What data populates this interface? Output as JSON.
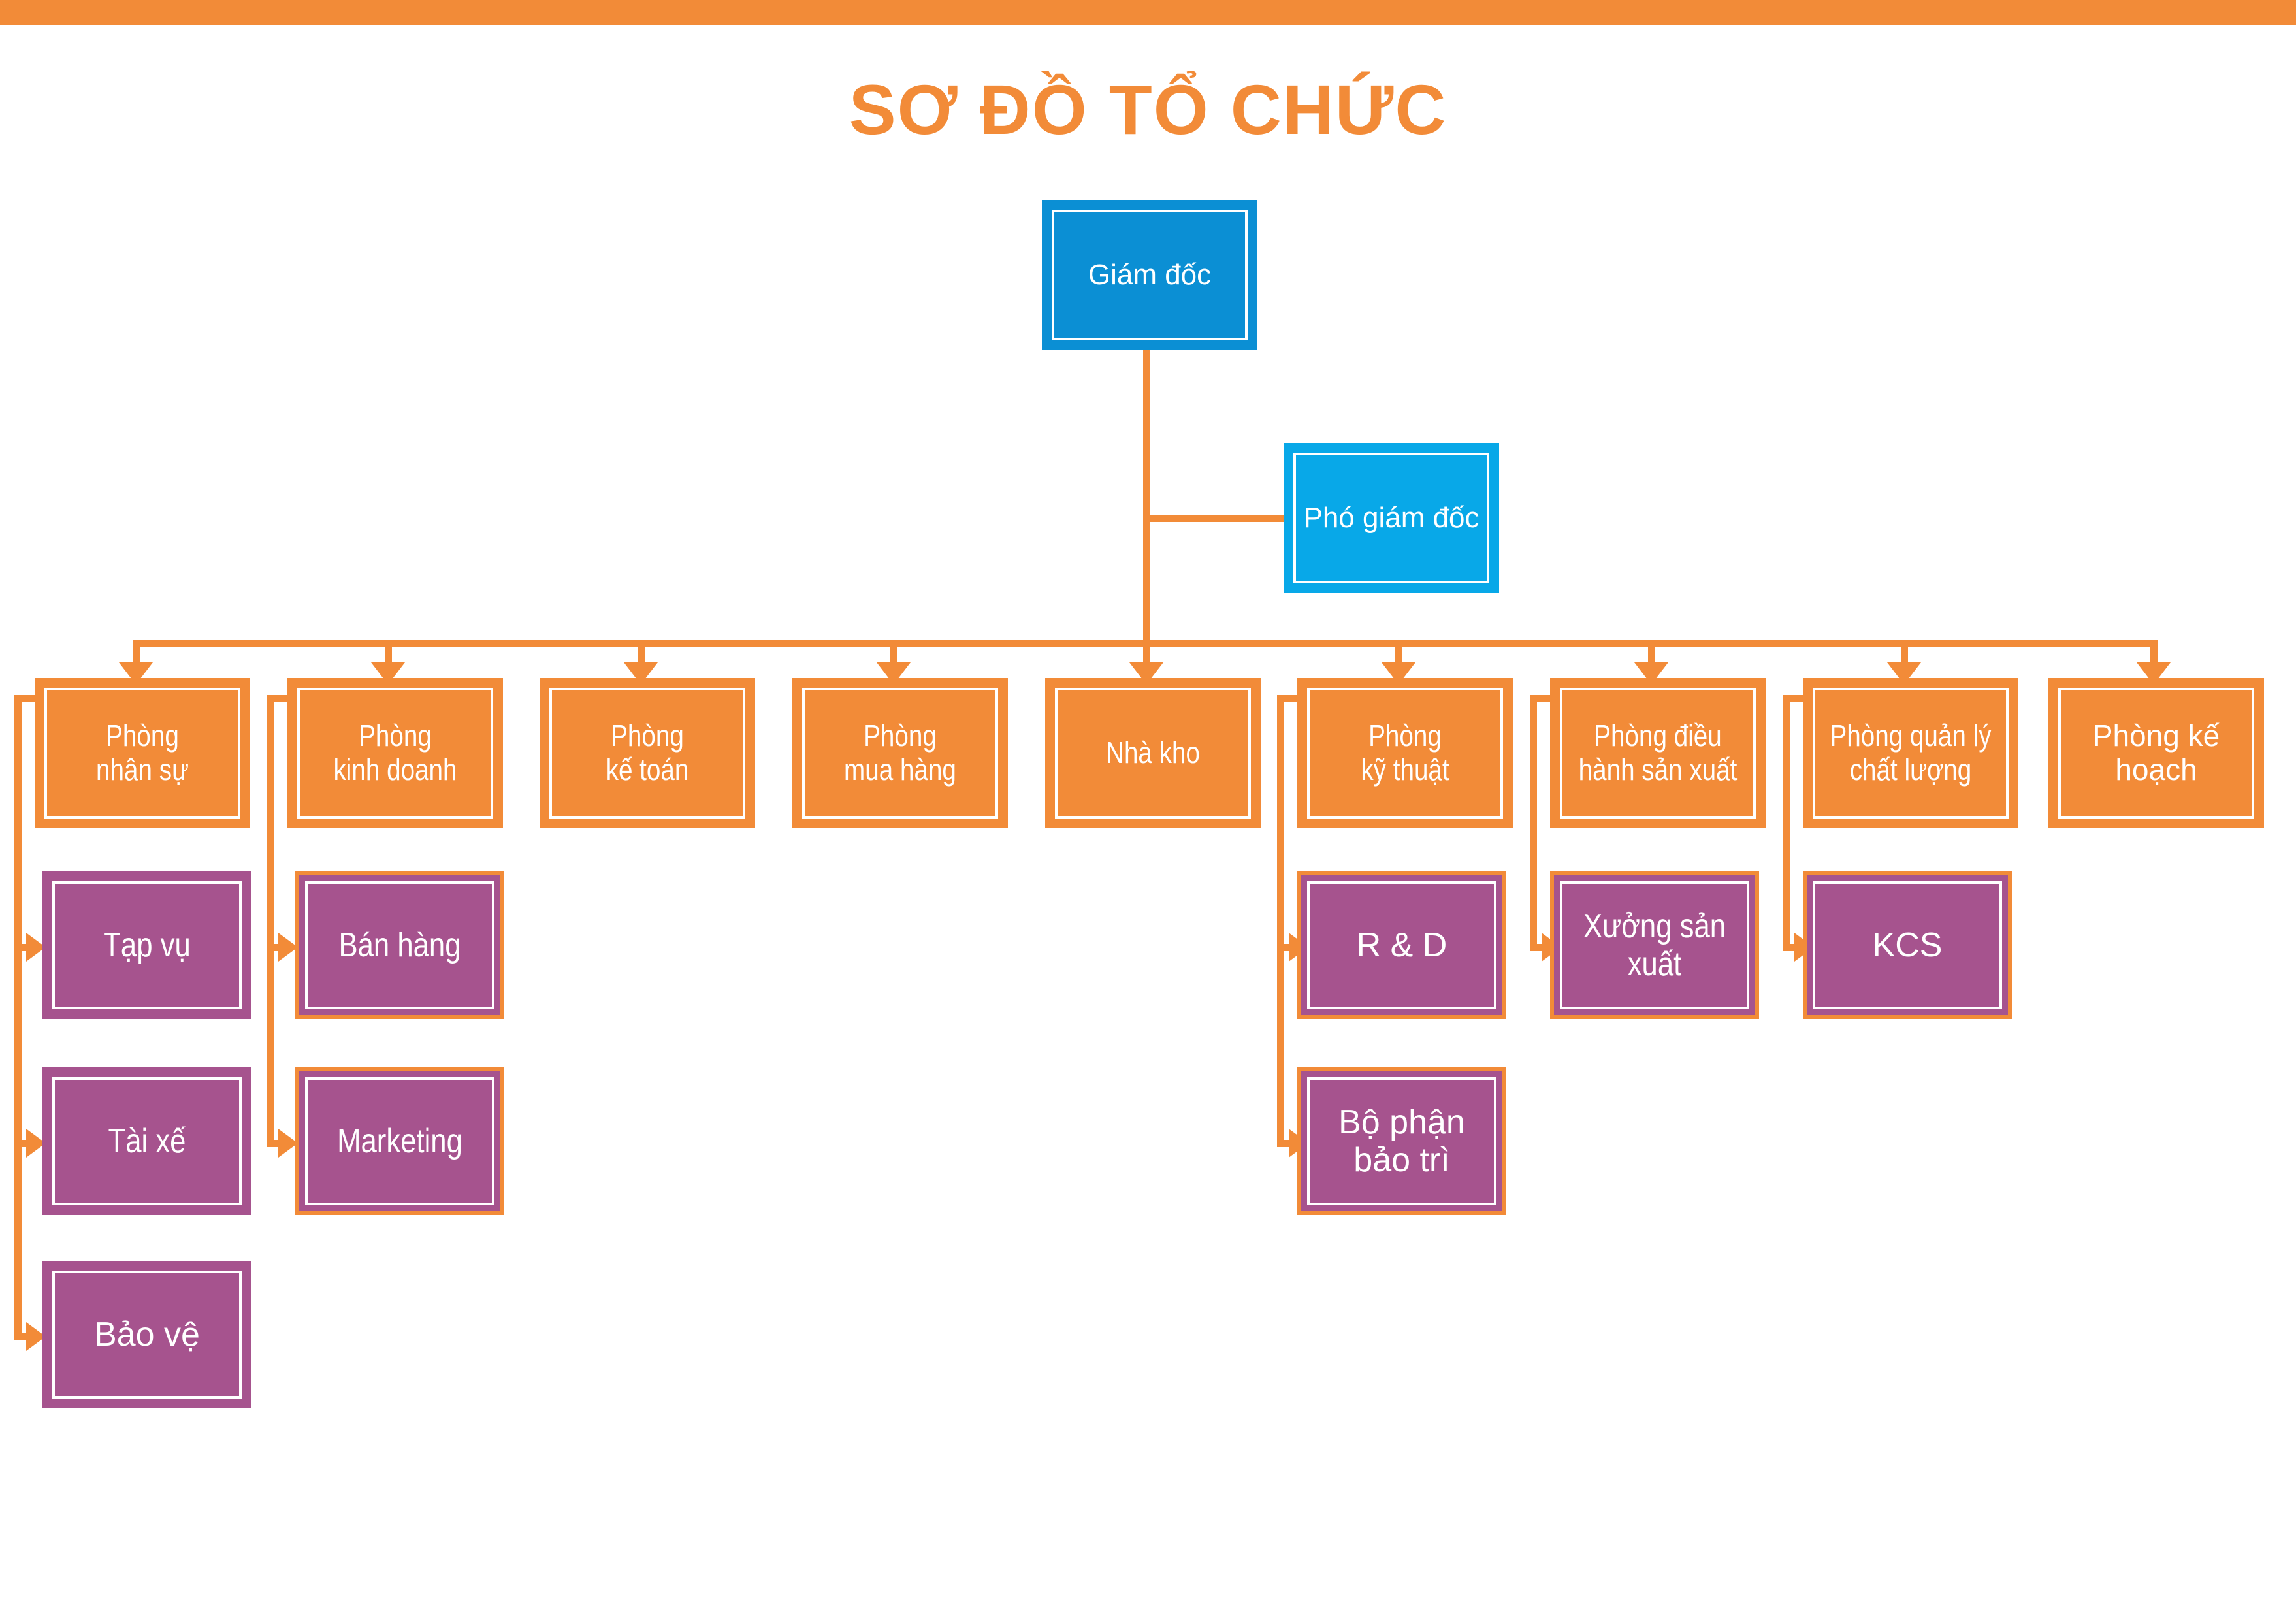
{
  "page": {
    "title": "SƠ ĐỒ TỔ CHỨC",
    "background_color": "#ffffff",
    "top_bar_color": "#F28B38"
  },
  "colors": {
    "orange": "#F28B38",
    "blue_dark": "#0B8FD4",
    "blue_light": "#08A8E8",
    "purple": "#A6538E",
    "connector": "#F28B38",
    "text": "#ffffff",
    "title": "#F28B38"
  },
  "chart_data": {
    "type": "diagram",
    "subtype": "org-chart",
    "title": "SƠ ĐỒ TỔ CHỨC",
    "levels": [
      {
        "level": 1,
        "nodes": [
          {
            "id": "giam-doc",
            "label": "Giám đốc",
            "color": "#0B8FD4"
          }
        ]
      },
      {
        "level": 2,
        "nodes": [
          {
            "id": "pho-giam-doc",
            "label": "Phó giám đốc",
            "color": "#08A8E8",
            "parent": "giam-doc"
          }
        ]
      },
      {
        "level": 3,
        "nodes": [
          {
            "id": "phong-nhan-su",
            "label": "Phòng\nnhân sự",
            "color": "#F28B38",
            "parent": "giam-doc"
          },
          {
            "id": "phong-kinh-doanh",
            "label": "Phòng\nkinh doanh",
            "color": "#F28B38",
            "parent": "giam-doc"
          },
          {
            "id": "phong-ke-toan",
            "label": "Phòng\nkế toán",
            "color": "#F28B38",
            "parent": "giam-doc"
          },
          {
            "id": "phong-mua-hang",
            "label": "Phòng\nmua hàng",
            "color": "#F28B38",
            "parent": "giam-doc"
          },
          {
            "id": "nha-kho",
            "label": "Nhà kho",
            "color": "#F28B38",
            "parent": "giam-doc"
          },
          {
            "id": "phong-ky-thuat",
            "label": "Phòng\nkỹ thuật",
            "color": "#F28B38",
            "parent": "giam-doc"
          },
          {
            "id": "phong-dieu-hanh-san-xuat",
            "label": "Phòng điều\nhành sản xuất",
            "color": "#F28B38",
            "parent": "giam-doc"
          },
          {
            "id": "phong-quan-ly-chat-luong",
            "label": "Phòng quản lý\nchất lượng",
            "color": "#F28B38",
            "parent": "giam-doc"
          },
          {
            "id": "phong-ke-hoach",
            "label": "Phòng kế\nhoạch",
            "color": "#F28B38",
            "parent": "giam-doc"
          }
        ]
      },
      {
        "level": 4,
        "nodes": [
          {
            "id": "tap-vu",
            "label": "Tạp vụ",
            "color": "#A6538E",
            "parent": "phong-nhan-su"
          },
          {
            "id": "tai-xe",
            "label": "Tài xế",
            "color": "#A6538E",
            "parent": "phong-nhan-su"
          },
          {
            "id": "bao-ve",
            "label": "Bảo vệ",
            "color": "#A6538E",
            "parent": "phong-nhan-su"
          },
          {
            "id": "ban-hang",
            "label": "Bán hàng",
            "color": "#A6538E",
            "parent": "phong-kinh-doanh"
          },
          {
            "id": "marketing",
            "label": "Marketing",
            "color": "#A6538E",
            "parent": "phong-kinh-doanh"
          },
          {
            "id": "r-and-d",
            "label": "R & D",
            "color": "#A6538E",
            "parent": "phong-ky-thuat"
          },
          {
            "id": "bo-phan-bao-tri",
            "label": "Bộ phận\nbảo trì",
            "color": "#A6538E",
            "parent": "phong-ky-thuat"
          },
          {
            "id": "xuong-san-xuat",
            "label": "Xưởng sản\nxuất",
            "color": "#A6538E",
            "parent": "phong-dieu-hanh-san-xuat"
          },
          {
            "id": "kcs",
            "label": "KCS",
            "color": "#A6538E",
            "parent": "phong-quan-ly-chat-luong"
          }
        ]
      }
    ]
  },
  "nodes": {
    "giam_doc": "Giám đốc",
    "pho_giam_doc": "Phó giám đốc",
    "phong_nhan_su": "Phòng\nnhân sự",
    "phong_kinh_doanh": "Phòng\nkinh doanh",
    "phong_ke_toan": "Phòng\nkế toán",
    "phong_mua_hang": "Phòng\nmua hàng",
    "nha_kho": "Nhà kho",
    "phong_ky_thuat": "Phòng\nkỹ thuật",
    "phong_dieu_hanh_san_xuat": "Phòng điều\nhành sản xuất",
    "phong_quan_ly_chat_luong": "Phòng quản lý\nchất lượng",
    "phong_ke_hoach": "Phòng kế\nhoạch",
    "tap_vu": "Tạp vụ",
    "tai_xe": "Tài xế",
    "bao_ve": "Bảo vệ",
    "ban_hang": "Bán hàng",
    "marketing": "Marketing",
    "r_and_d": "R & D",
    "bo_phan_bao_tri": "Bộ phận\nbảo trì",
    "xuong_san_xuat": "Xưởng sản\nxuất",
    "kcs": "KCS"
  }
}
